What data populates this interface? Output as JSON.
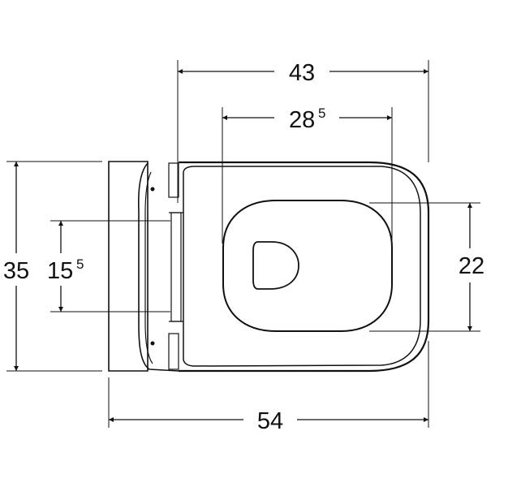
{
  "diagram": {
    "dimensions": {
      "width_rim": {
        "value": "43",
        "superscript": ""
      },
      "inner_width": {
        "value": "28",
        "superscript": "5"
      },
      "total_height": {
        "value": "35",
        "superscript": ""
      },
      "bolt_spacing": {
        "value": "15",
        "superscript": "5"
      },
      "opening_height": {
        "value": "22",
        "superscript": ""
      },
      "total_length": {
        "value": "54",
        "superscript": ""
      }
    },
    "colors": {
      "line": "#111111",
      "background": "#ffffff"
    }
  }
}
